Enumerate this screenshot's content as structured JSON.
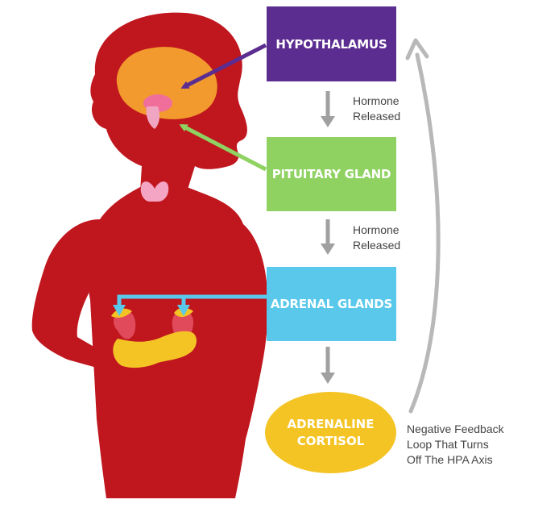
{
  "colors": {
    "hypothalamus": "#5c2d91",
    "pituitary": "#8fd262",
    "adrenal": "#59c8ea",
    "hormone_output": "#f4c425",
    "body": "#c0161e",
    "brain": "#f29a2e",
    "feedback_arrow": "#b8b8b8",
    "down_arrow": "#a0a0a0"
  },
  "boxes": {
    "hypothalamus": "HYPOTHALAMUS",
    "pituitary": "PITUITARY GLAND",
    "adrenal": "ADRENAL GLANDS"
  },
  "output": {
    "line1": "ADRENALINE",
    "line2": "CORTISOL"
  },
  "notes": {
    "hormone_1": {
      "line1": "Hormone",
      "line2": "Released"
    },
    "hormone_2": {
      "line1": "Hormone",
      "line2": "Released"
    },
    "feedback": {
      "line1": "Negative Feedback",
      "line2": "Loop That Turns",
      "line3": "Off The HPA Axis"
    }
  }
}
